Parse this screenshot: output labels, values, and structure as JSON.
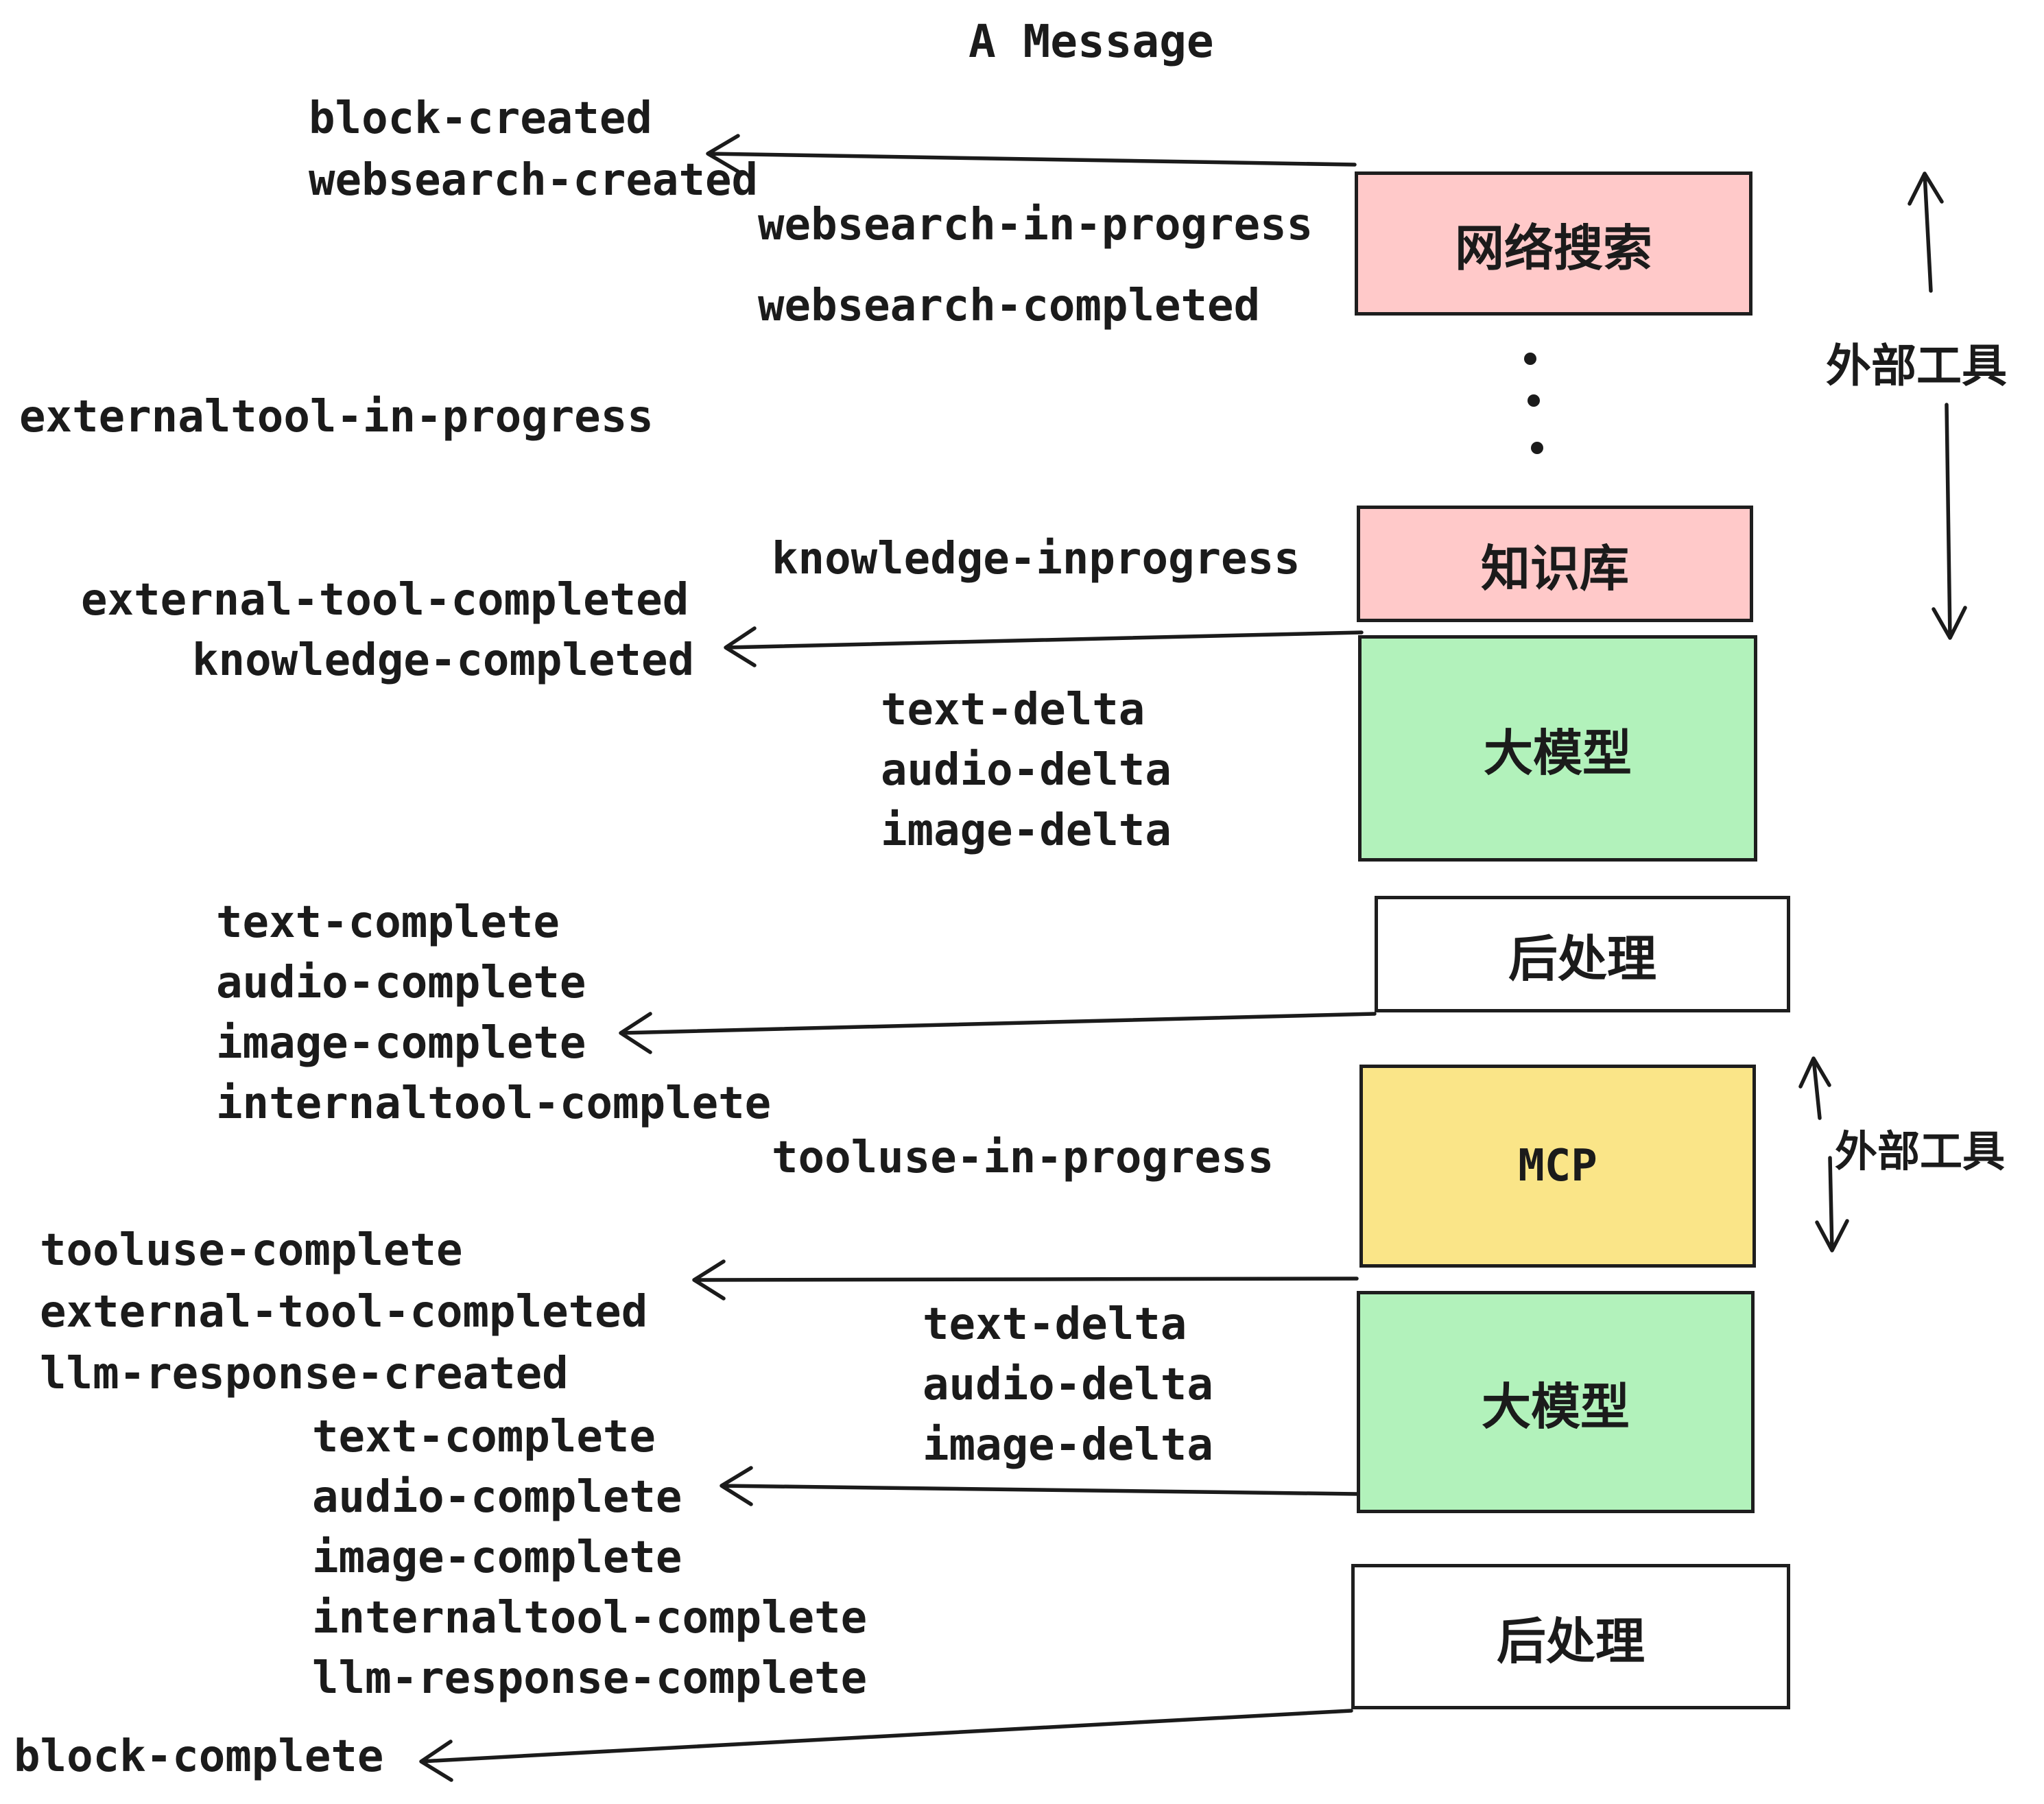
{
  "title": "A Message",
  "labels": {
    "block_created": "block-created",
    "websearch_created": "websearch-created",
    "websearch_in_progress": "websearch-in-progress",
    "websearch_completed": "websearch-completed",
    "externaltool_in_progress": "externaltool-in-progress",
    "knowledge_inprogress": "knowledge-inprogress",
    "external_tool_completed": "external-tool-completed",
    "knowledge_completed": "knowledge-completed",
    "text_delta": "text-delta",
    "audio_delta": "audio-delta",
    "image_delta": "image-delta",
    "text_complete": "text-complete",
    "audio_complete": "audio-complete",
    "image_complete": "image-complete",
    "internaltool_complete": "internaltool-complete",
    "tooluse_in_progress": "tooluse-in-progress",
    "tooluse_complete": "tooluse-complete",
    "external_tool_completed_2": "external-tool-completed",
    "llm_response_created": "llm-response-created",
    "llm_response_complete": "llm-response-complete",
    "block_complete": "block-complete"
  },
  "boxes": {
    "websearch": {
      "label": "网络搜索",
      "color": "#ffc9c9"
    },
    "knowledge": {
      "label": "知识库",
      "color": "#ffc9c9"
    },
    "llm1": {
      "label": "大模型",
      "color": "#b2f2bb"
    },
    "post1": {
      "label": "后处理",
      "color": "#ffffff"
    },
    "mcp": {
      "label": "MCP",
      "color": "#fae588"
    },
    "llm2": {
      "label": "大模型",
      "color": "#b2f2bb"
    },
    "post2": {
      "label": "后处理",
      "color": "#ffffff"
    }
  },
  "annotations": {
    "external_tools_top": "外部工具",
    "external_tools_bottom": "外部工具"
  },
  "colors": {
    "pink": "#ffc9c9",
    "green": "#b2f2bb",
    "yellow": "#fae588",
    "white": "#ffffff",
    "ink": "#1b1b1b"
  }
}
